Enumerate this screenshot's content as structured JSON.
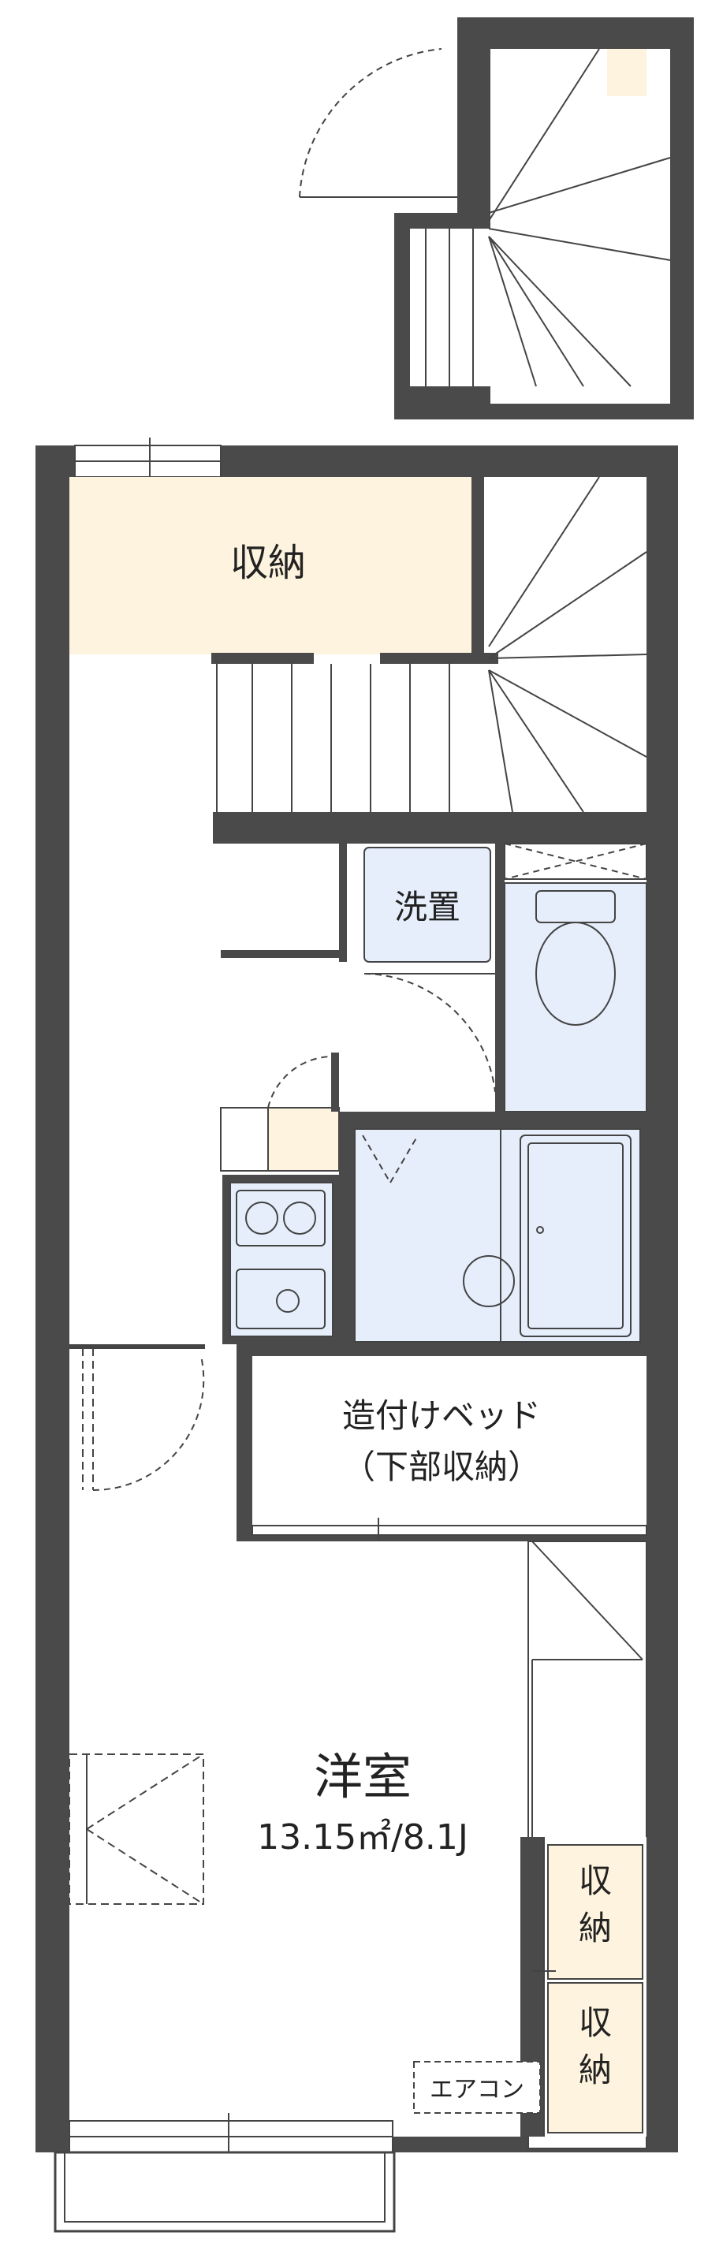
{
  "rooms": {
    "storage_top": "収納",
    "washer": "洗置",
    "bed_line1": "造付けベッド",
    "bed_line2": "（下部収納）",
    "western_room": "洋室",
    "area": "13.15㎡/8.1J",
    "closet_a_1": "収",
    "closet_a_2": "納",
    "closet_b_1": "収",
    "closet_b_2": "納",
    "aircon": "エアコン"
  },
  "colors": {
    "wall": "#4a4a4a",
    "storage_fill": "#fdf3de",
    "wet_fill": "#e6eefc",
    "line": "#444444"
  }
}
